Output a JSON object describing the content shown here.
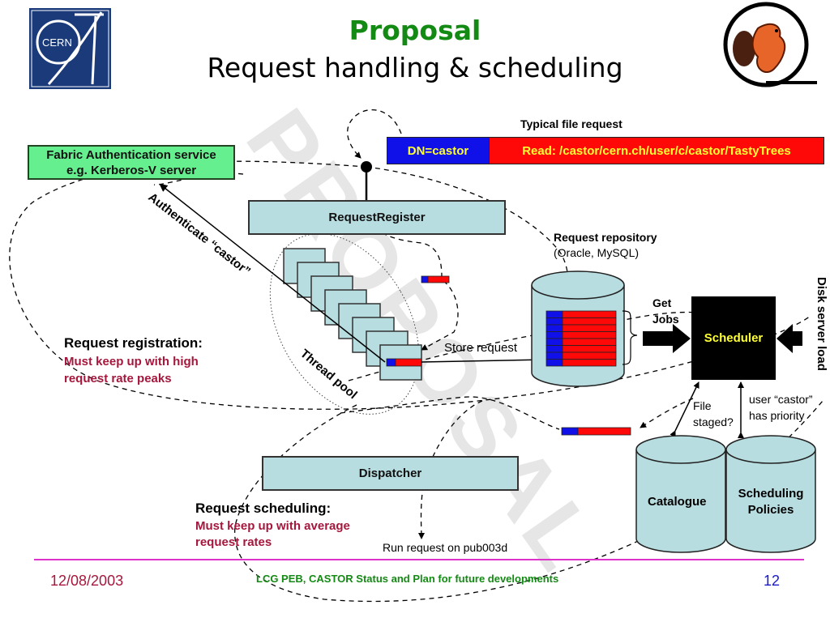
{
  "slide": {
    "title_line1": "Proposal",
    "title_line2": "Request handling & scheduling",
    "watermark": "PROPOSAL",
    "logo_left": "CERN",
    "logo_right": "beaver-mascot"
  },
  "diagram": {
    "typical_file_request_label": "Typical file request",
    "request_dn": "DN=castor",
    "request_read": "Read: /castor/cern.ch/user/c/castor/TastyTrees",
    "auth_service_line1": "Fabric Authentication service",
    "auth_service_line2": "e.g. Kerberos-V server",
    "authenticate_label": "Authenticate “castor”",
    "request_register": "RequestRegister",
    "thread_pool_label": "Thread pool",
    "store_request_label": "Store request",
    "repository_title": "Request repository",
    "repository_subtitle": "(Oracle, MySQL)",
    "get_jobs_line1": "Get",
    "get_jobs_line2": "Jobs",
    "scheduler": "Scheduler",
    "disk_server_load": "Disk server load",
    "file_staged_line1": "File",
    "file_staged_line2": "staged?",
    "user_priority_line1": "user “castor”",
    "user_priority_line2": "has priority",
    "catalogue": "Catalogue",
    "scheduling_policies_line1": "Scheduling",
    "scheduling_policies_line2": "Policies",
    "dispatcher": "Dispatcher",
    "run_request_label": "Run request on pub003d",
    "registration_heading": "Request registration:",
    "registration_note_line1": "Must keep up with high",
    "registration_note_line2": "request rate peaks",
    "scheduling_heading": "Request scheduling:",
    "scheduling_note_line1": "Must keep up with average",
    "scheduling_note_line2": "request rates"
  },
  "colors": {
    "title_green": "#138a13",
    "maroon": "#a5173c",
    "box_fill": "#b8dde0",
    "auth_fill": "#66ef8e",
    "dn_blue": "#1010e8",
    "read_red": "#ff0808",
    "label_yellow": "#ffff33",
    "footer_line": "#dd33cc",
    "page_number_blue": "#1a1acc"
  },
  "footer": {
    "date": "12/08/2003",
    "center": "LCG PEB, CASTOR Status and Plan for future developments",
    "page": "12"
  }
}
